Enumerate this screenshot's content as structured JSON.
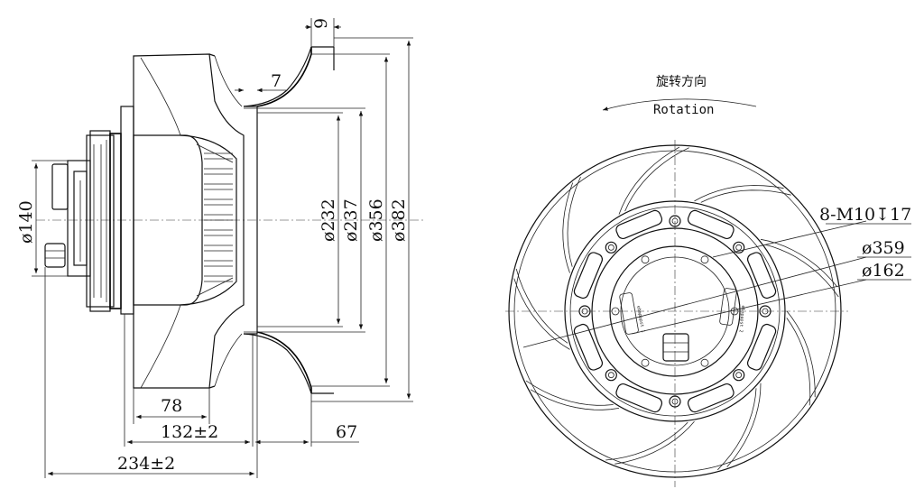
{
  "side_view": {
    "dim_gap_top": "9",
    "dim_blade_edge": "7",
    "dim_d232": "ø232",
    "dim_d237": "ø237",
    "dim_d356": "ø356",
    "dim_d382": "ø382",
    "dim_d140": "ø140",
    "dim_78": "78",
    "dim_132": "132±2",
    "dim_67": "67",
    "dim_234": "234±2"
  },
  "front_view": {
    "rotation_cn": "旋转方向",
    "rotation_en": "Rotation",
    "dim_bolts": "8-M10↧17",
    "dim_d359": "ø359",
    "dim_d162": "ø162"
  }
}
